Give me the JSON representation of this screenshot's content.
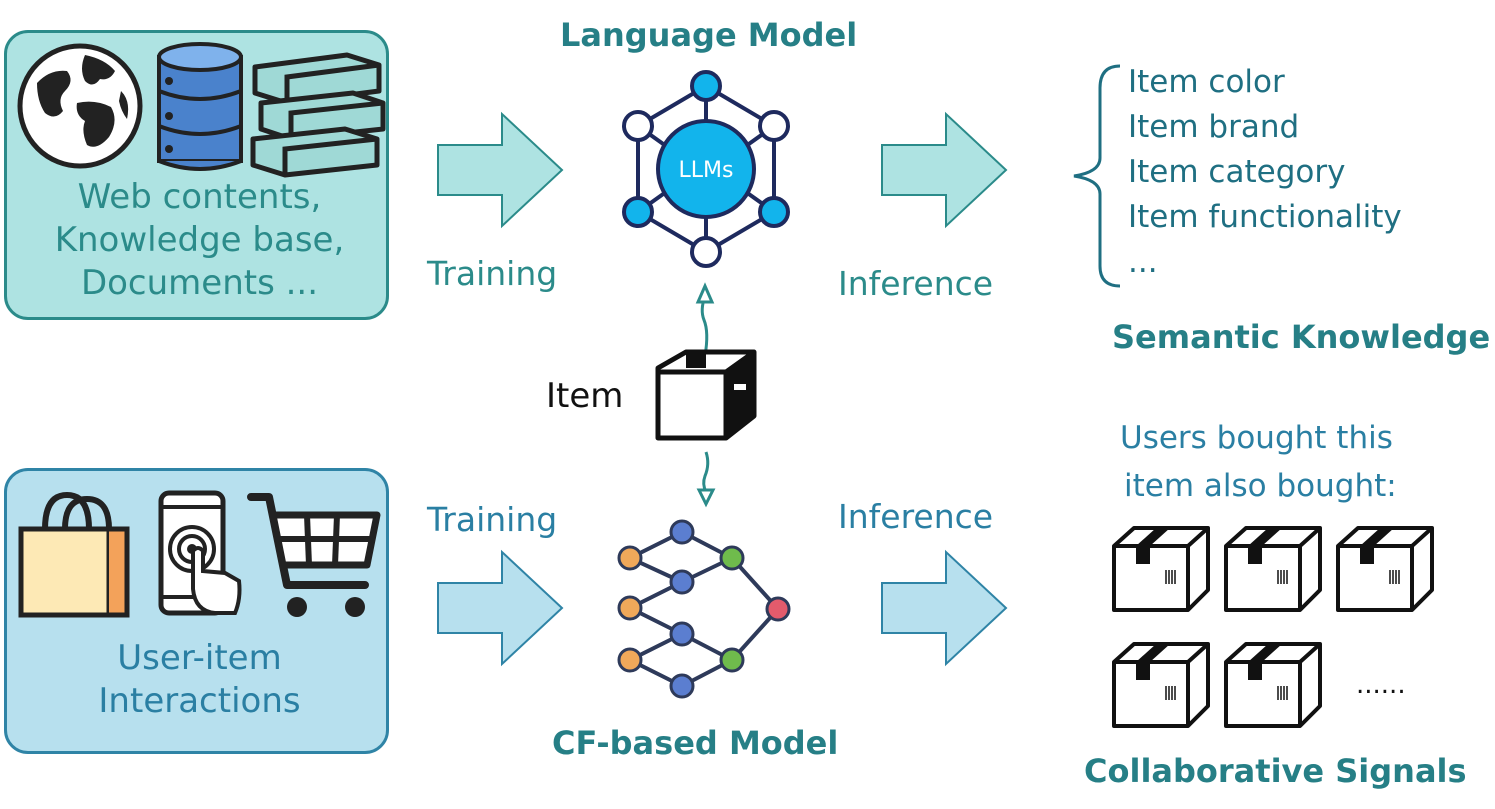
{
  "source_top": {
    "lines": [
      "Web contents,",
      "Knowledge base,",
      "Documents ..."
    ],
    "icons": [
      "globe-icon",
      "database-icon",
      "books-icon"
    ]
  },
  "source_bottom": {
    "lines": [
      "User-item",
      "Interactions"
    ],
    "icons": [
      "shopping-bag-icon",
      "phone-tap-icon",
      "shopping-cart-icon"
    ]
  },
  "edges": {
    "top_training": "Training",
    "top_inference": "Inference",
    "bottom_training": "Training",
    "bottom_inference": "Inference"
  },
  "models": {
    "language_model_title": "Language Model",
    "llm_center_label": "LLMs",
    "cf_model_title": "CF-based Model"
  },
  "item": {
    "label": "Item"
  },
  "semantic": {
    "items": [
      "Item color",
      "Item brand",
      "Item category",
      "Item functionality",
      "..."
    ],
    "title": "Semantic Knowledge"
  },
  "collaborative": {
    "caption_lines": [
      "Users bought this",
      "item also bought:"
    ],
    "ellipsis": "......",
    "title": "Collaborative Signals"
  },
  "colors": {
    "teal_box": "#aee3e2",
    "blue_box": "#b7e0ee",
    "arrow_teal": "#aee3e2",
    "arrow_blue": "#b7e0ee",
    "llm_node": "#12b4ec",
    "title_teal": "#267f86"
  }
}
